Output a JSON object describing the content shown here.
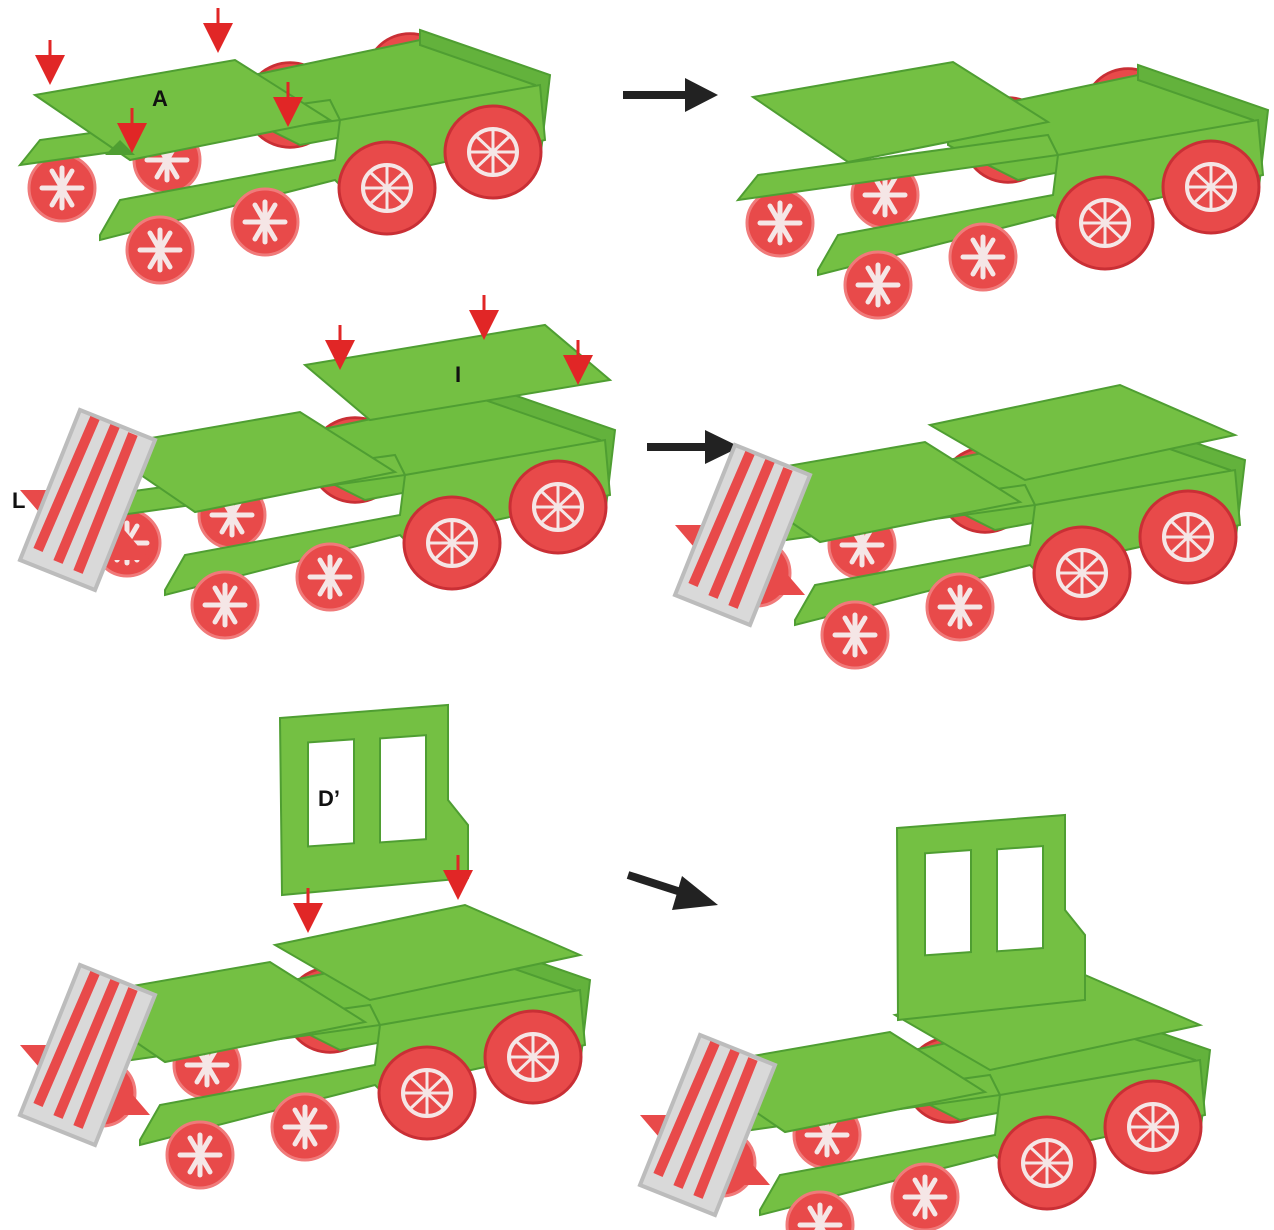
{
  "labels": {
    "part_a": "A",
    "part_i": "I",
    "part_l": "L",
    "part_d": "D’"
  },
  "steps": [
    {
      "part": "A"
    },
    {
      "part": "I"
    },
    {
      "part": "D’"
    }
  ],
  "colors": {
    "green": "#74c043",
    "green_dark": "#4f9e32",
    "green_side": "#63b23c",
    "red": "#e84a4a",
    "red_dark": "#c92f35",
    "wheel_spoke": "#f5e6e6",
    "arrow_red": "#e12626",
    "step_arrow": "#222222",
    "grille_frame": "#c9c9c9"
  },
  "icons": {
    "step_arrow": "right-arrow-icon",
    "drop_arrow": "down-arrow-icon",
    "wheel": "wheel-icon"
  }
}
